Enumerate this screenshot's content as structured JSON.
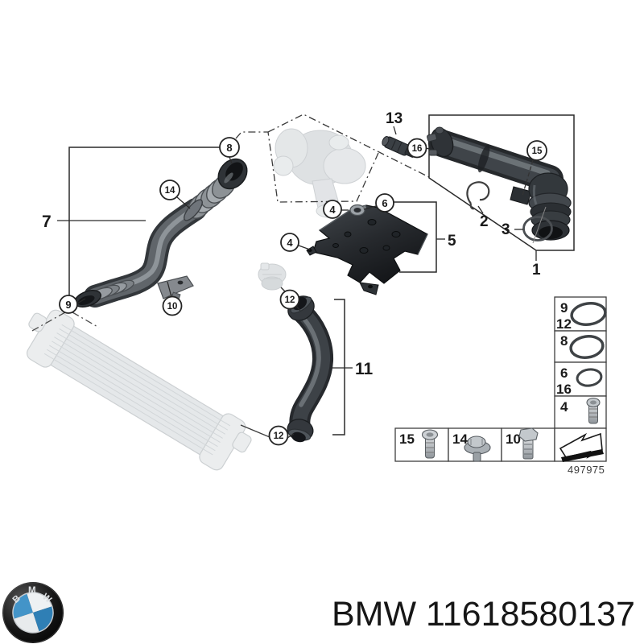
{
  "document_type": "exploded-parts-diagram",
  "labels": {
    "p1": "1",
    "p2": "2",
    "p3": "3",
    "p5": "5",
    "p7": "7",
    "p11": "11",
    "p13": "13"
  },
  "callouts": {
    "c4a": "4",
    "c4b": "4",
    "c6": "6",
    "c8": "8",
    "c9": "9",
    "c10": "10",
    "c12a": "12",
    "c12b": "12",
    "c14": "14",
    "c15": "15",
    "c16": "16"
  },
  "legend": {
    "column": [
      {
        "ids": [
          "9",
          "12"
        ],
        "item": "o-ring-large"
      },
      {
        "ids": [
          "8"
        ],
        "item": "o-ring-medium"
      },
      {
        "ids": [
          "6",
          "16"
        ],
        "item": "o-ring-small"
      },
      {
        "ids": [
          "4"
        ],
        "item": "pan-head-screw"
      }
    ],
    "row": [
      {
        "ids": [
          "15"
        ],
        "item": "button-head-screw"
      },
      {
        "ids": [
          "14"
        ],
        "item": "flange-bolt"
      },
      {
        "ids": [
          "10"
        ],
        "item": "hex-bolt"
      },
      {
        "ids": [],
        "item": "direction-arrow"
      }
    ]
  },
  "drawing_ref": "497975",
  "footer": {
    "part_number": "BMW 11618580137",
    "logo_letters": [
      "B",
      "M",
      "W"
    ]
  },
  "colors": {
    "part_dark": "#2b2f33",
    "part_mid": "#5d6267",
    "ghost": "#dcdfe2",
    "line": "#2a2a2a",
    "logo_blue_light": "#4394c8",
    "logo_blue_dark": "#2f7fb5"
  }
}
